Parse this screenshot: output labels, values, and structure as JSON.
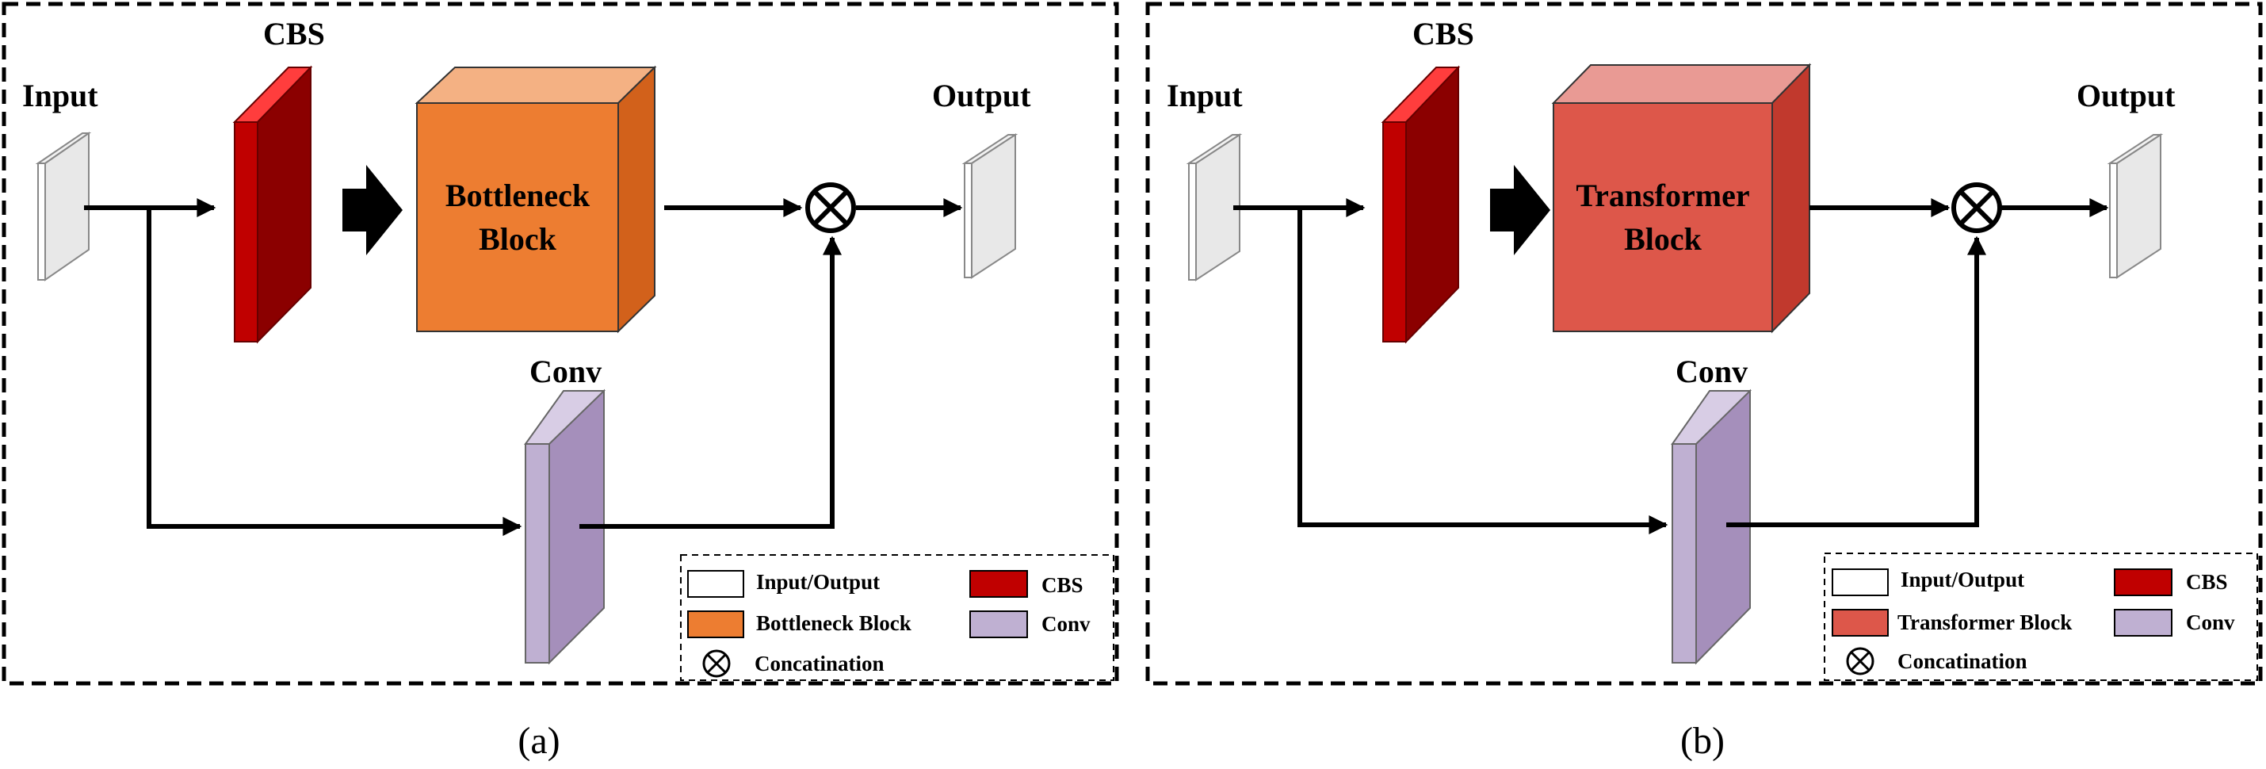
{
  "panels": {
    "a": {
      "caption": "(a)",
      "input_label": "Input",
      "cbs_label": "CBS",
      "block_line1": "Bottleneck",
      "block_line2": "Block",
      "output_label": "Output",
      "conv_label": "Conv",
      "legend": {
        "io": "Input/Output",
        "cbs": "CBS",
        "block": "Bottleneck Block",
        "conv": "Conv",
        "concat": "Concatination"
      },
      "colors": {
        "block_front": "#ed7d31",
        "block_top": "#f4b183",
        "block_side": "#d2611b",
        "legend_block": "#ed7d31"
      }
    },
    "b": {
      "caption": "(b)",
      "input_label": "Input",
      "cbs_label": "CBS",
      "block_line1": "Transformer",
      "block_line2": "Block",
      "output_label": "Output",
      "conv_label": "Conv",
      "legend": {
        "io": "Input/Output",
        "cbs": "CBS",
        "block": "Transformer Block",
        "conv": "Conv",
        "concat": "Concatination"
      },
      "colors": {
        "block_front": "#dd574a",
        "block_top": "#e99a94",
        "block_side": "#c1392d",
        "legend_block": "#dd574a"
      }
    }
  },
  "colors": {
    "cbs_front": "#c00000",
    "cbs_side": "#8b0000",
    "cbs_top": "#ff3d3d",
    "conv_front": "#bfb0d2",
    "conv_side": "#a58fbb",
    "conv_top": "#d8cde5",
    "io_front": "#ffffff",
    "io_side": "#e8e8e8",
    "border": "#000000"
  },
  "icons": {
    "concat": "circled-times-icon",
    "big_arrow": "thick-arrow-icon"
  }
}
